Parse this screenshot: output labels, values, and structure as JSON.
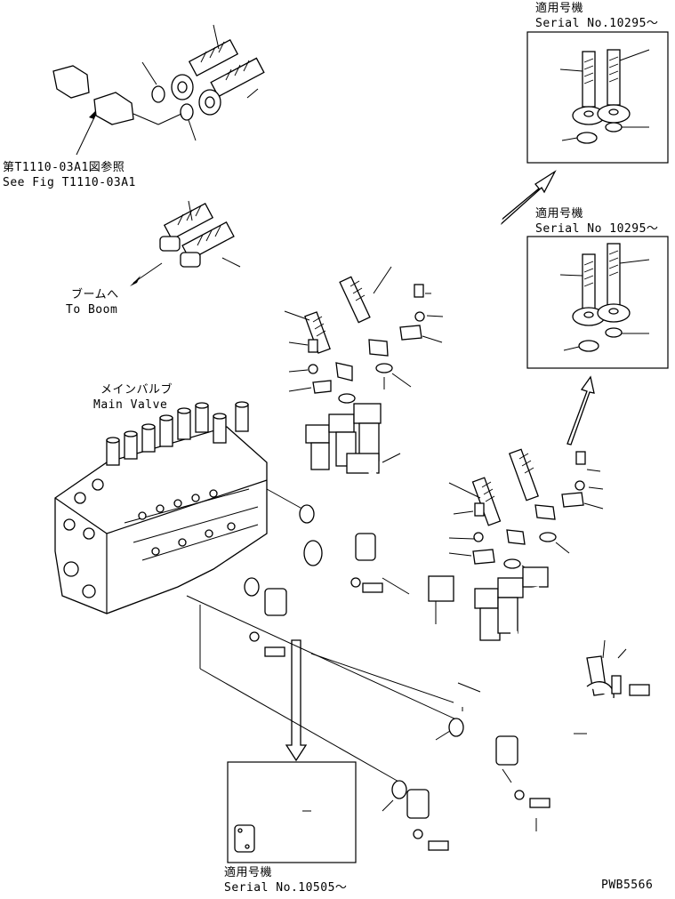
{
  "labels": {
    "ref_jp": "第T1110-03A1図参照",
    "ref_en": "See Fig T1110-03A1",
    "boom_jp": "ブームへ",
    "boom_en": "To Boom",
    "valve_jp": "メインバルブ",
    "valve_en": "Main Valve",
    "serial1_jp": "適用号機",
    "serial1_en": "Serial No.10295～",
    "serial2_jp": "適用号機",
    "serial2_en": "Serial No 10295～",
    "serial3_jp": "適用号機",
    "serial3_en": "Serial No.10505～",
    "drawing_no": "PWB5566"
  }
}
